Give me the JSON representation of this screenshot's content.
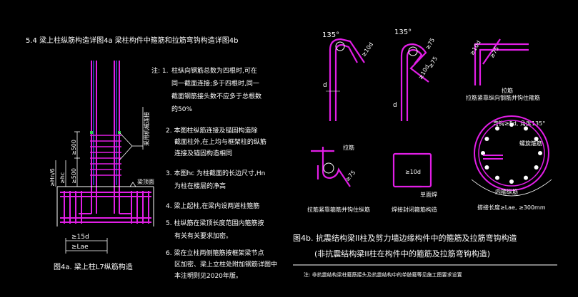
{
  "colors": {
    "background": "#000000",
    "rebar": "#e21ee6",
    "column_line": "#3d6bff",
    "text": "#ffffff",
    "annotation": "#e8d63a",
    "green": "#2fd14a"
  },
  "left_panel": {
    "title": "5.4  梁上柱纵筋构造详图4a  梁柱构件中箍筋和拉筋弯钩构造详图4b",
    "dim_500_a": "≥500",
    "dim_500_b": "≥500",
    "dim_hc": "≥hc",
    "dim_hn6": "≥Hn/6",
    "label_lap": "采用机械连接",
    "label_beam_top": "梁顶面",
    "dim_15d": "≥15d",
    "dim_lae": "≥Lae",
    "caption": "图4a. 梁上柱L7纵筋构造"
  },
  "notes": {
    "head": "注: 1.",
    "items": [
      "柱纵向钢筋总数为四根时,可在",
      "同一截面连接;多于四根时,同一",
      "截面钢筋接头数不应多于总根数",
      "的50%",
      "2. 本图柱纵筋连接及锚固构造除",
      "截面柱外,在上均与框架柱的纵筋",
      "连接及锚固构造相同",
      "3. 本图hc 为柱截面的长边尺寸,Hn",
      "为柱在楼层的净高",
      "4. 梁上起柱,在梁内设两道柱箍筋",
      "5. 柱纵筋在梁顶长度范围内箍筋按",
      "有关有关要求加密。",
      "6. 梁在立柱两侧箍筋按框架梁节点",
      "区加密、梁上立柱处附加钢筋详图中",
      "本注明则见2020年版。"
    ]
  },
  "right_panel": {
    "hook_angle_1": "135°",
    "hook_angle_2": "135°",
    "hook_len_1": "≥10d",
    "hook_len_2": "≥75",
    "hook_len_3": "≥10d",
    "hook_len_4": "≥75",
    "hook_len_5": "≥10d",
    "hook_len_6": "≥75",
    "dia_d_1": "d",
    "dia_d_2": "d",
    "label_tie": "拉筋",
    "caption_tie_hook": "拉筋紧靠纵向钢筋并钩住箍筋",
    "circle_note": "弯钩≥5d, 角度135°",
    "circle_label_1": "螺旋箍筋",
    "circle_label_2": "内箍纵筋",
    "circle_lap": "搭接长度≥Lae, ≥300mm",
    "tie2_len_1": "≥75",
    "tie2_caption": "拉筋紧靠箍筋并钩住纵筋",
    "single_tie_len": "≥10d",
    "single_tie_label": "单面焊",
    "single_tie_caption": "焊接封闭箍筋构造",
    "caption_main": "图4b. 抗震结构梁II柱及剪力墙边缘构件中的箍筋及拉筋弯钩构造",
    "caption_sub": "(非抗震结构梁II柱在构件中的箍筋及拉筋弯钩构造)",
    "footnote": "注: 非抗震结构梁柱箍筋接头及抗震结构中的单肢箍等见施工图要求设置"
  }
}
